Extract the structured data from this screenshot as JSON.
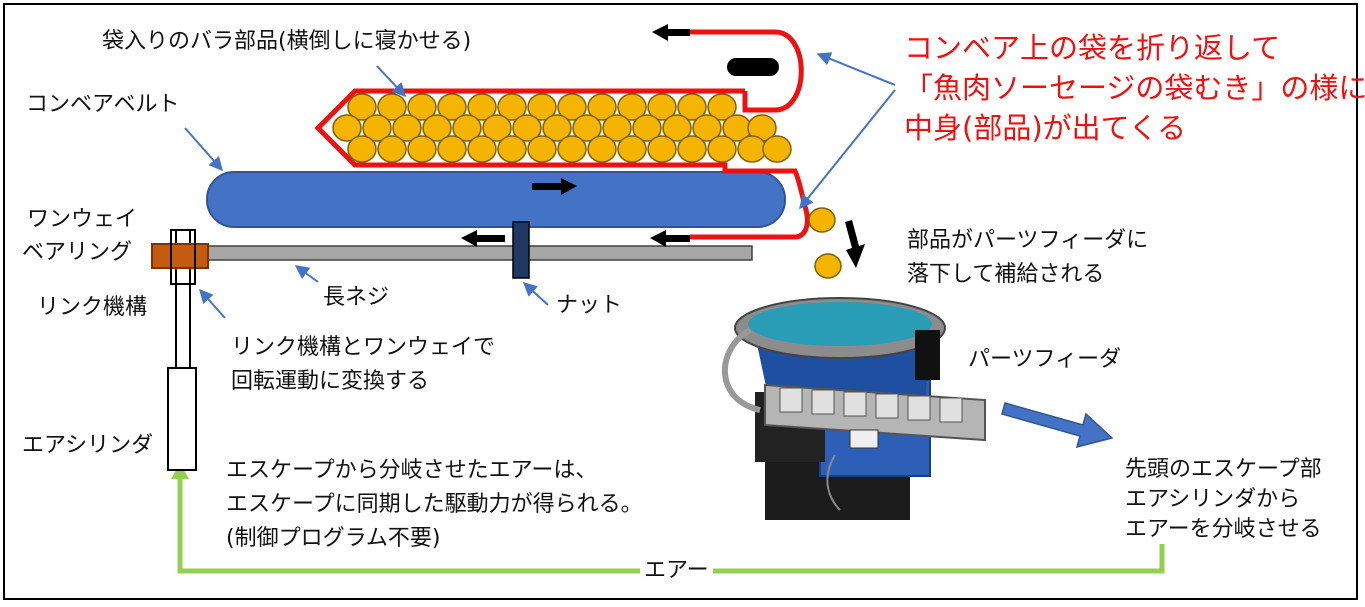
{
  "labels": {
    "bag_parts": "袋入りのバラ部品(横倒しに寝かせる)",
    "conveyor_belt": "コンベアベルト",
    "fold_line1": "コンベア上の袋を折り返して",
    "fold_line2": "「魚肉ソーセージの袋むき」の様に",
    "fold_line3": "中身(部品)が出てくる",
    "oneway_line1": "ワンウェイ",
    "oneway_line2": "ベアリング",
    "long_screw": "長ネジ",
    "nut": "ナット",
    "link_mechanism": "リンク機構",
    "convert_line1": "リンク機構とワンウェイで",
    "convert_line2": "回転運動に変換する",
    "air_cylinder": "エアシリンダ",
    "drop_line1": "部品がパーツフィーダに",
    "drop_line2": "落下して補給される",
    "parts_feeder": "パーツフィーダ",
    "escape_line1": "エスケープから分岐させたエアーは、",
    "escape_line2": "エスケープに同期した駆動力が得られる。",
    "escape_line3": "(制御プログラム不要)",
    "lead_line1": "先頭のエスケープ部",
    "lead_line2": "エアシリンダから",
    "lead_line3": "エアーを分岐させる",
    "air": "エアー"
  },
  "colors": {
    "bag_outline": "#ee1111",
    "conveyor": "#4472c4",
    "parts": "#f5b400",
    "screw": "#a6a6a6",
    "bearing": "#c55a11",
    "air_line": "#92d050",
    "pointer": "#4472c4",
    "feeder_body": "#2e5fb8"
  },
  "icons": [
    "right-arrow-icon",
    "left-arrow-icon",
    "down-arrow-icon",
    "block-arrow-icon"
  ]
}
